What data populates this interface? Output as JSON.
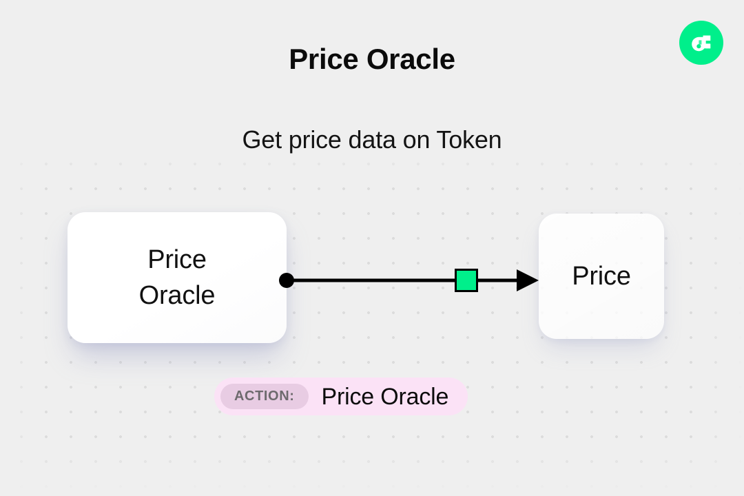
{
  "page": {
    "title": "Price Oracle",
    "subtitle": "Get price data on Token",
    "background_color": "#efefef",
    "dot_color": "#dcdcdc"
  },
  "brand": {
    "logo_icon": "flow-logo-icon",
    "logo_color": "#00ef8b",
    "mark_color": "#ffffff",
    "accent_square_color": "#3df7a5"
  },
  "diagram": {
    "source_node": {
      "label": "Price\nOracle",
      "shape": "rounded-rectangle",
      "fill": "#ffffff"
    },
    "target_node": {
      "label": "Price",
      "shape": "rounded-square",
      "fill": "rgba(255,255,255,0.8)"
    },
    "edge": {
      "start_handle_icon": "dot-handle-icon",
      "end_handle_icon": "arrow-head-icon",
      "chip_icon": "edge-chip-icon",
      "chip_color": "#00ef8b",
      "stroke_color": "#000000"
    }
  },
  "action_badge": {
    "tag_label": "ACTION:",
    "value": "Price Oracle",
    "tag_background": "#e8cce3",
    "badge_background": "#fbe2f6",
    "tag_text_color": "#6d6a6d"
  }
}
